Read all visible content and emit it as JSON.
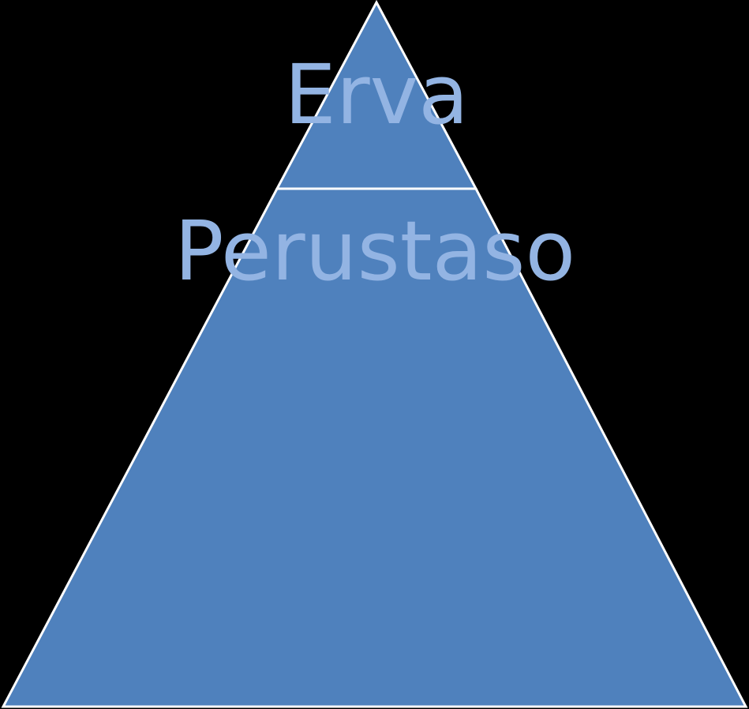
{
  "diagram": {
    "type": "pyramid",
    "levels": [
      {
        "label": "Erva"
      },
      {
        "label": "Perustaso"
      }
    ]
  },
  "colors": {
    "background": "#000000",
    "fill": "#4f81bd",
    "stroke": "#ffffff",
    "text": "#93b4e3"
  }
}
